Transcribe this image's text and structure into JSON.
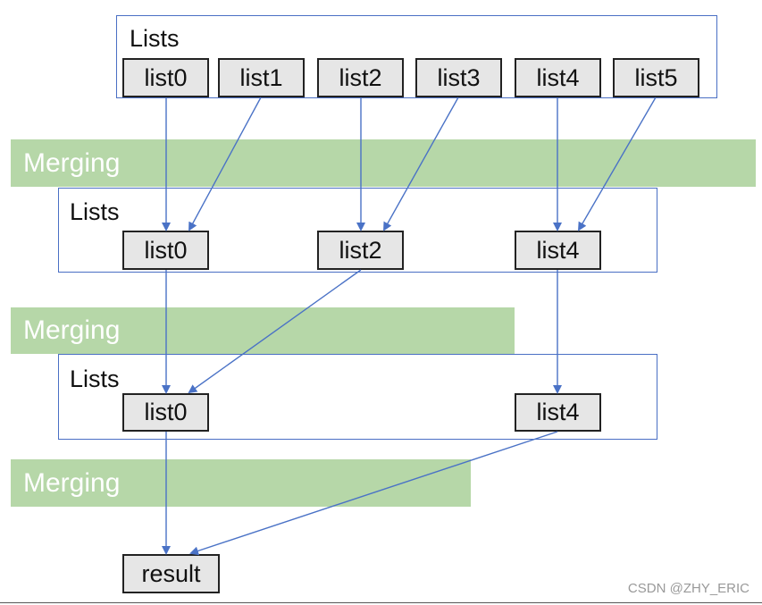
{
  "diagram": {
    "lists_label": "Lists",
    "merging_label": "Merging",
    "level0": [
      "list0",
      "list1",
      "list2",
      "list3",
      "list4",
      "list5"
    ],
    "level1": [
      "list0",
      "list2",
      "list4"
    ],
    "level2": [
      "list0",
      "list4"
    ],
    "result": "result",
    "edge_color": "#4a72c6",
    "band_color": "#b6d7a8"
  },
  "watermark": "CSDN @ZHY_ERIC"
}
